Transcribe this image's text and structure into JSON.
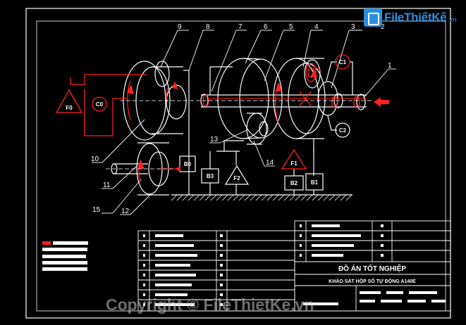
{
  "logo": {
    "brand": "FileThiếtKế",
    "tld": ".vn"
  },
  "diagram": {
    "part_numbers": [
      "1",
      "2",
      "3",
      "4",
      "5",
      "6",
      "7",
      "8",
      "9",
      "10",
      "11",
      "12",
      "13",
      "14",
      "15"
    ],
    "blocks": {
      "f0": "F0",
      "c0": "C0",
      "c1": "C1",
      "c2": "C2",
      "b0": "B0",
      "b1": "B1",
      "b2": "B2",
      "b3": "B3",
      "f1": "F1",
      "f2": "F2"
    }
  },
  "title_block": {
    "title": "ĐỒ ÁN TỐT NGHIỆP",
    "subtitle": "KHẢO SÁT HỘP SỐ TỰ ĐỘNG A140E"
  },
  "watermark": "Copyright © FileThietKe.vn",
  "colors": {
    "line": "#ffffff",
    "accent": "#ff2020",
    "background": "#000000"
  }
}
